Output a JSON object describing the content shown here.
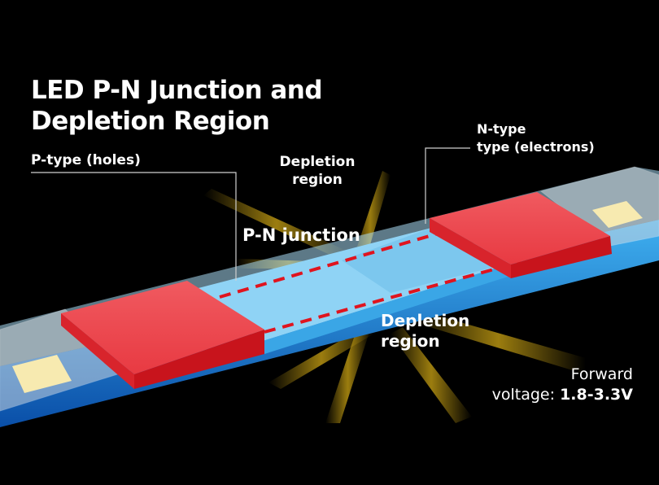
{
  "title": {
    "line1": "LED P-N Junction and",
    "line2": "Depletion Region"
  },
  "labels": {
    "p_type": "P-type (holes)",
    "n_type_line1": "N-type",
    "n_type_line2": "type (electrons)",
    "depletion_top_line1": "Depletion",
    "depletion_top_line2": "region",
    "pn_junction": "P-N junction",
    "depletion_bottom_line1": "Depletion",
    "depletion_bottom_line2": "region"
  },
  "voltage": {
    "prefix_line1": "Forward",
    "prefix_line2": "voltage:",
    "value": "1.8-3.3V"
  },
  "colors": {
    "background": "#000000",
    "p_block": "#e8313a",
    "n_block": "#e8313a",
    "depletion_band": "#8fd3f5",
    "substrate": "#1f8fe0",
    "glow": "#f5c518",
    "dashed_boundary": "#e0141e",
    "led_chip": "#f7eab0"
  }
}
